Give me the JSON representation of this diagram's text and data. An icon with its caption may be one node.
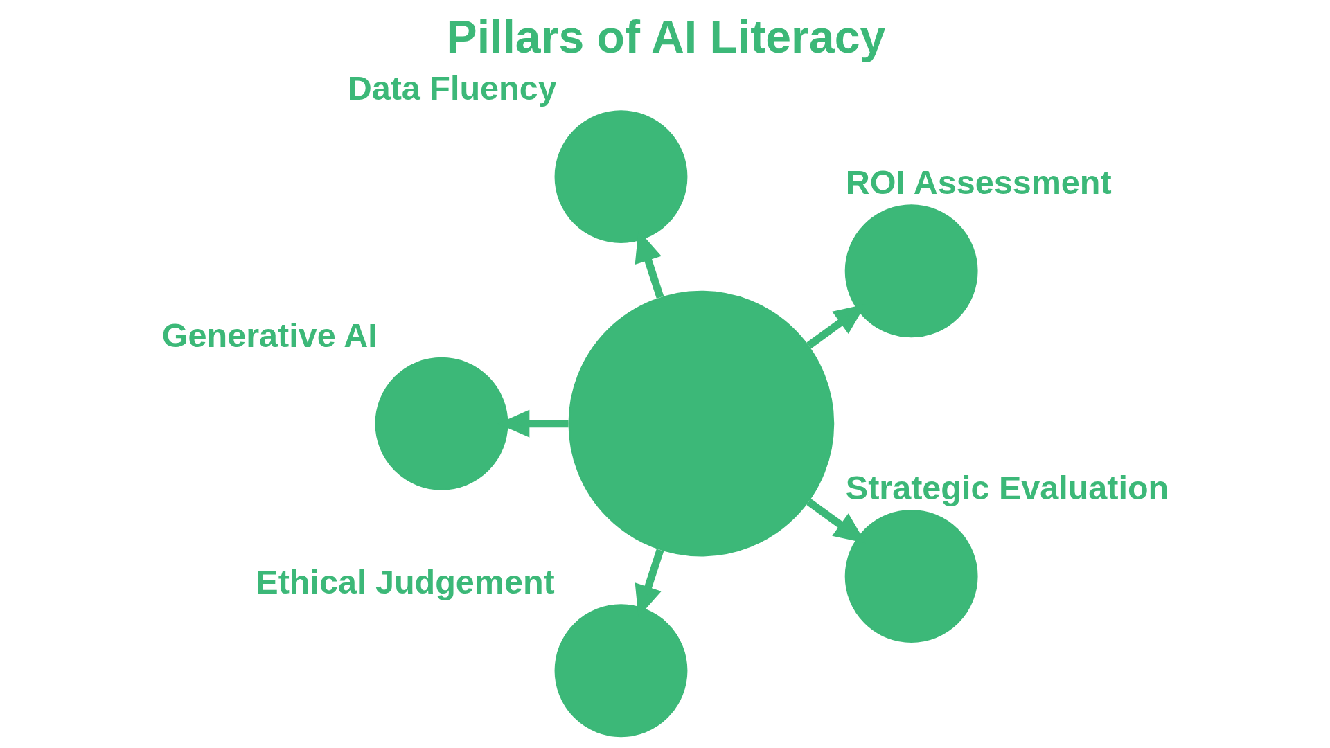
{
  "diagram": {
    "title": "Pillars of AI Literacy",
    "nodes": [
      {
        "text": [
          "Data Fluency"
        ]
      },
      {
        "text": [
          "ROI Assessment"
        ]
      },
      {
        "text": [],
        "shape": "circle"
      },
      {
        "text": [
          "Generative AI"
        ]
      },
      {
        "text": [
          "Strategic Evaluation"
        ]
      },
      {
        "text": [
          "Ethical Judgement"
        ]
      }
    ],
    "edges": [
      {
        "from": 2,
        "to": 0,
        "arrow": "to"
      },
      {
        "from": 2,
        "to": 1,
        "arrow": "to"
      },
      {
        "from": 2,
        "to": 3,
        "arrow": "to"
      },
      {
        "from": 2,
        "to": 4,
        "arrow": "to"
      },
      {
        "from": 2,
        "to": 5,
        "arrow": "to"
      }
    ]
  }
}
